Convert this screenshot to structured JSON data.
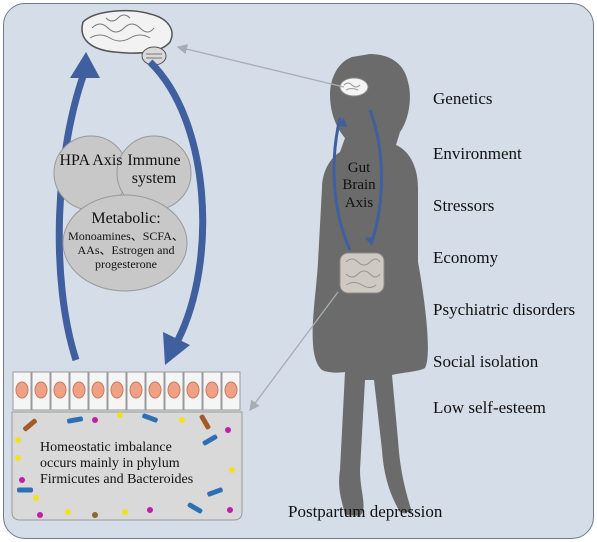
{
  "bubbles": {
    "hpa": "HPA Axis",
    "immune": "Immune system",
    "metabolic_title": "Metabolic:",
    "metabolic_detail": "Monoamines、SCFA、AAs、Estrogen and progesterone"
  },
  "gut_brain_axis": "Gut Brain Axis",
  "factors": [
    "Genetics",
    "Environment",
    "Stressors",
    "Economy",
    "Psychiatric disorders",
    "Social isolation",
    "Low self-esteem"
  ],
  "microbiota_text": "Homeostatic imbalance occurs mainly in phylum Firmicutes and Bacteroides",
  "outcome": "Postpartum depression",
  "icons": [
    "brain-icon",
    "gut-icon",
    "woman-silhouette",
    "intestinal-epithelium",
    "bacteria"
  ]
}
